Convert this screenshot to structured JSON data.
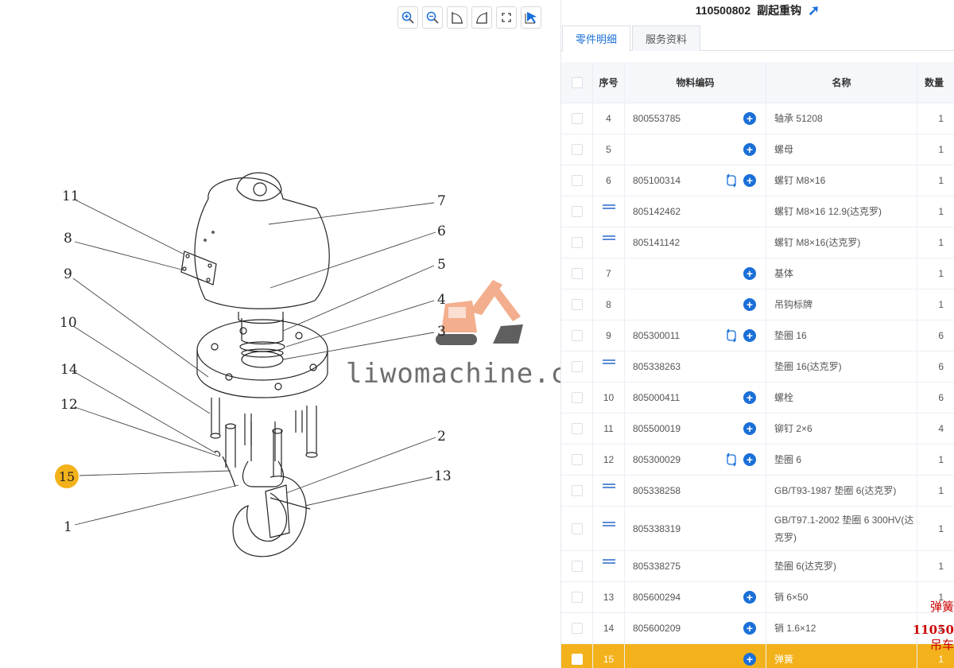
{
  "toolbar": {
    "buttons": [
      "zoom-in-icon",
      "zoom-out-icon",
      "rotate-left-icon",
      "rotate-right-icon",
      "fit-screen-icon",
      "reset-view-icon"
    ]
  },
  "diagram": {
    "callouts": [
      "11",
      "8",
      "9",
      "10",
      "14",
      "12",
      "15",
      "1",
      "7",
      "6",
      "5",
      "4",
      "3",
      "2",
      "13"
    ],
    "highlighted": "15",
    "watermark": "liwomachine.com"
  },
  "header": {
    "part_no": "110500802",
    "title": "副起重钩"
  },
  "tabs": [
    {
      "label": "零件明细",
      "active": true
    },
    {
      "label": "服务资料",
      "active": false
    }
  ],
  "table": {
    "columns": {
      "no": "序号",
      "code": "物料编码",
      "name": "名称",
      "qty": "数量"
    },
    "rows": [
      {
        "no": "4",
        "code": "800553785",
        "name": "轴承 51208",
        "qty": "1",
        "plus": true,
        "swap": false,
        "link": false
      },
      {
        "no": "5",
        "code": "",
        "name": "螺母",
        "qty": "1",
        "plus": true,
        "swap": false,
        "link": false
      },
      {
        "no": "6",
        "code": "805100314",
        "name": "螺钉 M8×16",
        "qty": "1",
        "plus": true,
        "swap": true,
        "link": false
      },
      {
        "no": "",
        "code": "805142462",
        "name": "螺钉 M8×16 12.9(达克罗)",
        "qty": "1",
        "plus": false,
        "swap": false,
        "link": true
      },
      {
        "no": "",
        "code": "805141142",
        "name": "螺钉 M8×16(达克罗)",
        "qty": "1",
        "plus": false,
        "swap": false,
        "link": true
      },
      {
        "no": "7",
        "code": "",
        "name": "基体",
        "qty": "1",
        "plus": true,
        "swap": false,
        "link": false
      },
      {
        "no": "8",
        "code": "",
        "name": "吊钩标牌",
        "qty": "1",
        "plus": true,
        "swap": false,
        "link": false
      },
      {
        "no": "9",
        "code": "805300011",
        "name": "垫圈 16",
        "qty": "6",
        "plus": true,
        "swap": true,
        "link": false
      },
      {
        "no": "",
        "code": "805338263",
        "name": "垫圈 16(达克罗)",
        "qty": "6",
        "plus": false,
        "swap": false,
        "link": true
      },
      {
        "no": "10",
        "code": "805000411",
        "name": "螺栓",
        "qty": "6",
        "plus": true,
        "swap": false,
        "link": false
      },
      {
        "no": "11",
        "code": "805500019",
        "name": "铆钉 2×6",
        "qty": "4",
        "plus": true,
        "swap": false,
        "link": false
      },
      {
        "no": "12",
        "code": "805300029",
        "name": "垫圈 6",
        "qty": "1",
        "plus": true,
        "swap": true,
        "link": false
      },
      {
        "no": "",
        "code": "805338258",
        "name": "GB/T93-1987 垫圈 6(达克罗)",
        "qty": "1",
        "plus": false,
        "swap": false,
        "link": true
      },
      {
        "no": "",
        "code": "805338319",
        "name": "GB/T97.1-2002 垫圈 6 300HV(达克罗)",
        "qty": "1",
        "plus": false,
        "swap": false,
        "link": true,
        "tall": true
      },
      {
        "no": "",
        "code": "805338275",
        "name": "垫圈 6(达克罗)",
        "qty": "1",
        "plus": false,
        "swap": false,
        "link": true
      },
      {
        "no": "13",
        "code": "805600294",
        "name": "销 6×50",
        "qty": "1",
        "plus": true,
        "swap": false,
        "link": false
      },
      {
        "no": "14",
        "code": "805600209",
        "name": "销 1.6×12",
        "qty": "1",
        "plus": true,
        "swap": false,
        "link": false
      },
      {
        "no": "15",
        "code": "",
        "name": "弹簧",
        "qty": "1",
        "plus": true,
        "swap": false,
        "link": false,
        "selected": true
      }
    ]
  },
  "side_note": {
    "line1": "弹簧",
    "line2": "11050",
    "line3": "吊车"
  },
  "colors": {
    "accent": "#1a6fd8",
    "selected_row": "#f3b21b",
    "note_red": "#cc0000"
  }
}
